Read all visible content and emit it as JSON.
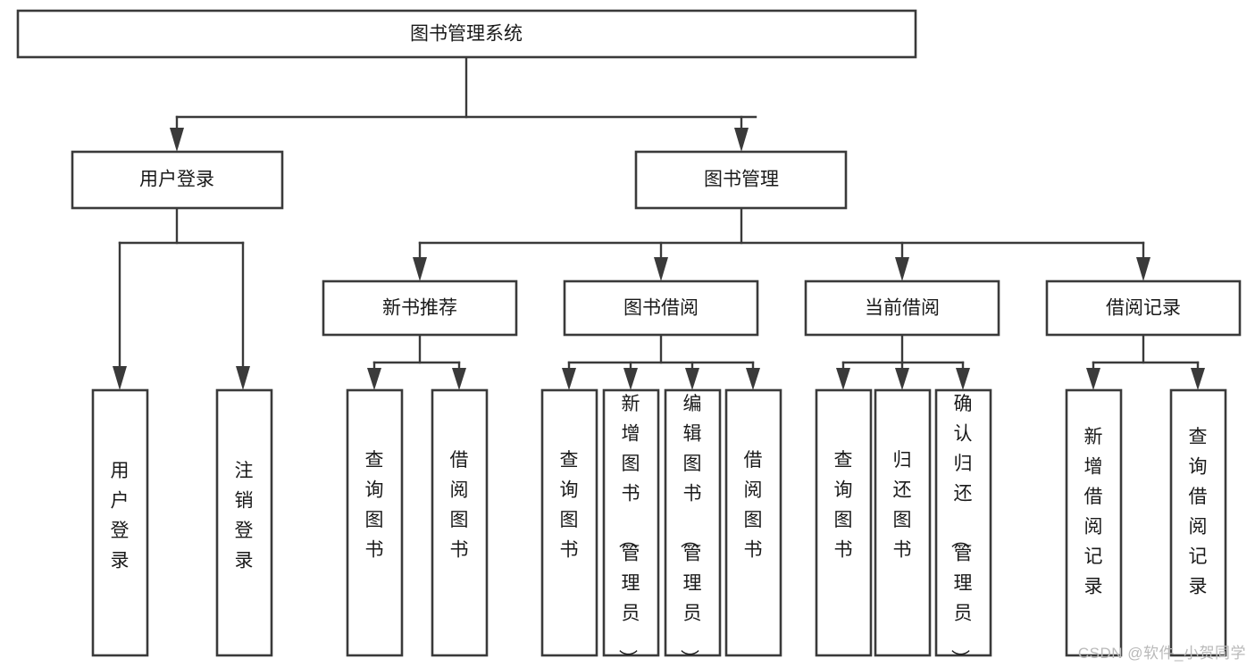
{
  "diagram": {
    "type": "tree",
    "title": "图书管理系统",
    "watermark": "CSDN @软件_小贺同学",
    "line_color": "#3a3a3a",
    "box_fill": "#ffffff",
    "text_color": "#1a1a1a",
    "root": {
      "label": "图书管理系统"
    },
    "level2": [
      {
        "label": "用户登录"
      },
      {
        "label": "图书管理"
      }
    ],
    "level3": [
      {
        "label": "新书推荐"
      },
      {
        "label": "图书借阅"
      },
      {
        "label": "当前借阅"
      },
      {
        "label": "借阅记录"
      }
    ],
    "leaves": {
      "user_login": [
        {
          "label": "用户登录"
        },
        {
          "label": "注销登录"
        }
      ],
      "new_book_recommend": [
        {
          "label": "查询图书"
        },
        {
          "label": "借阅图书"
        }
      ],
      "book_borrow": [
        {
          "label": "查询图书"
        },
        {
          "label": "新增图书（管理员）"
        },
        {
          "label": "编辑图书（管理员）"
        },
        {
          "label": "借阅图书"
        }
      ],
      "current_borrow": [
        {
          "label": "查询图书"
        },
        {
          "label": "归还图书"
        },
        {
          "label": "确认归还（管理员）"
        }
      ],
      "borrow_record": [
        {
          "label": "新增借阅记录"
        },
        {
          "label": "查询借阅记录"
        }
      ]
    }
  }
}
